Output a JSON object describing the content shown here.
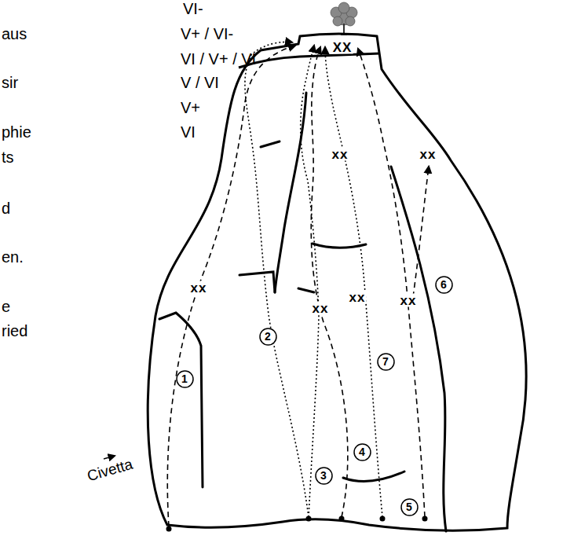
{
  "diagram": {
    "nodes": [
      {
        "text": [
          "6"
        ]
      },
      {
        "text": [
          "2"
        ]
      },
      {
        "text": [
          "7"
        ]
      },
      {
        "text": [
          "1"
        ]
      },
      {
        "text": [
          "4"
        ]
      },
      {
        "text": [
          "3"
        ]
      },
      {
        "text": [
          "5"
        ]
      }
    ],
    "labels": [
      "VI-",
      "aus",
      "V+ / VI-",
      "VI / V+ / VI",
      "sir",
      "V / VI",
      "V+",
      "phie",
      "VI",
      "ts",
      "d",
      "en.",
      "e",
      "ried",
      "XX",
      "xx",
      "xx",
      "xx",
      "xx",
      "xx",
      "xx",
      "Civetta"
    ]
  }
}
